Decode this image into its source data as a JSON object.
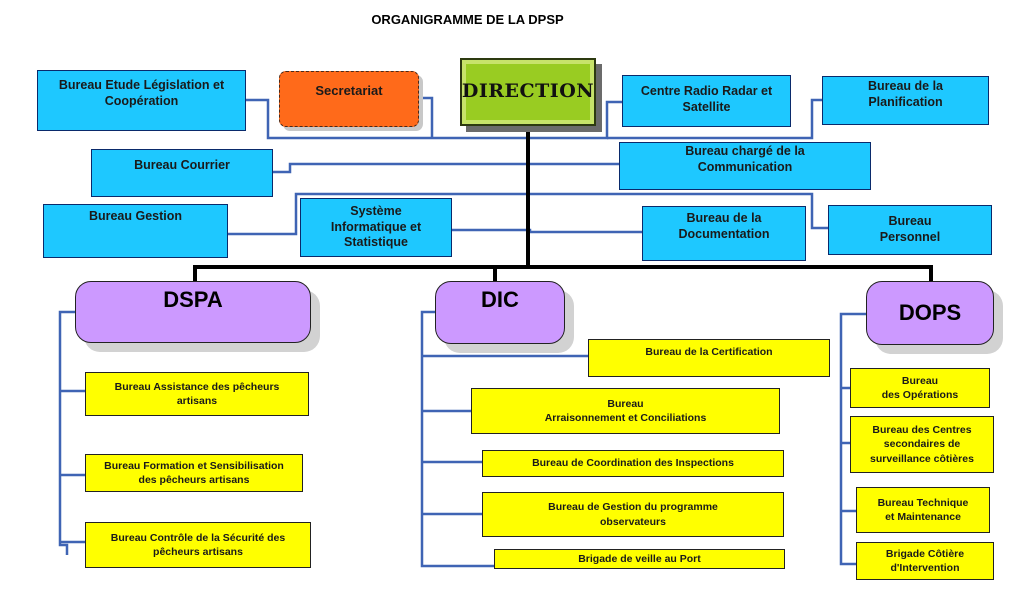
{
  "title": "ORGANIGRAMME DE LA DPSP",
  "direction": "DIRECTION",
  "secretariat": "Secretariat",
  "offices": {
    "etude": "Bureau Etude Législation et\nCoopération",
    "radio": "Centre Radio Radar et\nSatellite",
    "planification": "Bureau de la\nPlanification",
    "courrier": "Bureau Courrier",
    "communication": "Bureau chargé de la\nCommunication",
    "gestion": "Bureau Gestion",
    "systeme": "Système\nInformatique et\nStatistique",
    "documentation": "Bureau de la\nDocumentation",
    "personnel": "Bureau\nPersonnel"
  },
  "divisions": {
    "dspa": {
      "name": "DSPA",
      "units": [
        "Bureau Assistance des pêcheurs\nartisans",
        "Bureau Formation et Sensibilisation\ndes pêcheurs artisans",
        "Bureau Contrôle de la Sécurité des\npêcheurs artisans"
      ]
    },
    "dic": {
      "name": "DIC",
      "units": [
        "Bureau de la Certification",
        "Bureau\nArraisonnement et Conciliations",
        "Bureau de Coordination des Inspections",
        "Bureau de Gestion du programme\nobservateurs",
        "Brigade de veille au Port"
      ]
    },
    "dops": {
      "name": "DOPS",
      "units": [
        "Bureau\ndes Opérations",
        "Bureau des Centres\nsecondaires de\nsurveillance côtières",
        "Bureau Technique\net Maintenance",
        "Brigade Côtière\nd'Intervention"
      ]
    }
  },
  "colors": {
    "office": "#1ec8ff",
    "secretariat": "#ff6a1a",
    "direction": "#99cc22",
    "division": "#cc99ff",
    "unit": "#ffff00",
    "connector_blue": "#3f64b4",
    "connector_black": "#000000"
  }
}
